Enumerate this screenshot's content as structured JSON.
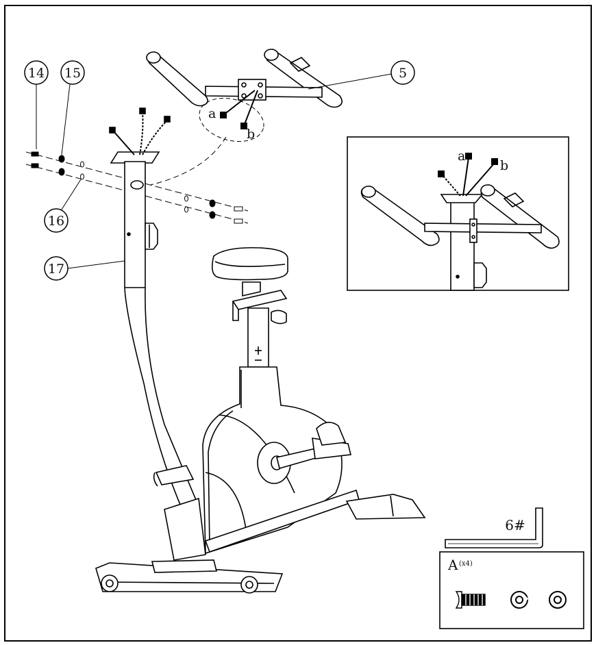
{
  "callouts": {
    "p14": "14",
    "p15": "15",
    "p16": "16",
    "p17": "17",
    "p5": "5"
  },
  "cable_labels": {
    "a": "a",
    "b": "b"
  },
  "inset_labels": {
    "a": "a",
    "b": "b"
  },
  "tool": {
    "label": "6#"
  },
  "hardware": {
    "letter": "A",
    "quantity": "(x4)"
  }
}
